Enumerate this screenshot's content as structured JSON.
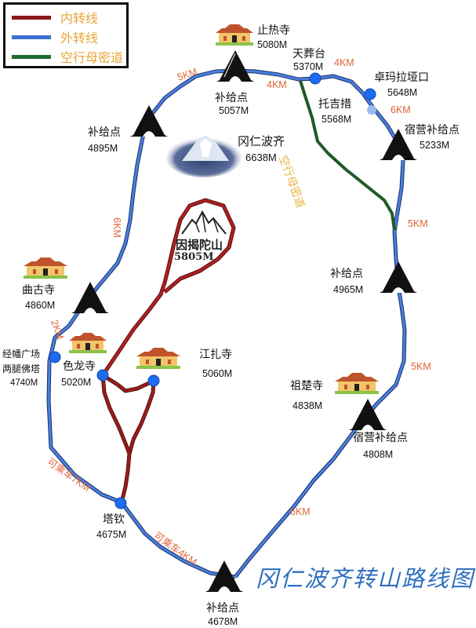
{
  "legend": {
    "items": [
      {
        "label": "内转线",
        "color": "#8b1a1a"
      },
      {
        "label": "外转线",
        "color": "#3b6fd0"
      },
      {
        "label": "空行母密道",
        "color": "#1f6a2e"
      }
    ]
  },
  "title": "冈仁波齐转山路线图",
  "peak": {
    "name": "冈仁波齐",
    "altitude": "6638M"
  },
  "inner_peak": {
    "name": "因揭陀山",
    "altitude": "5805M"
  },
  "points": {
    "zhirestemple": {
      "name": "止热寺",
      "altitude": "5080M"
    },
    "supply_5057": {
      "name": "补给点",
      "altitude": "5057M"
    },
    "tianzangtai": {
      "name": "天葬台",
      "altitude": "5370M"
    },
    "zhuomalaya": {
      "name": "卓玛拉垭口",
      "altitude": "5648M"
    },
    "tuojicuo": {
      "name": "托吉措",
      "altitude": "5568M"
    },
    "camp_5233": {
      "name": "宿营补给点",
      "altitude": "5233M"
    },
    "supply_4895": {
      "name": "补给点",
      "altitude": "4895M"
    },
    "supply_4965": {
      "name": "补给点",
      "altitude": "4965M"
    },
    "qugu": {
      "name": "曲古寺",
      "altitude": "4860M"
    },
    "jingfan": {
      "name1": "经幡广场",
      "name2": "两腿佛塔",
      "altitude": "4740M"
    },
    "selong": {
      "name": "色龙寺",
      "altitude": "5020M"
    },
    "jiangzha": {
      "name": "江扎寺",
      "altitude": "5060M"
    },
    "zuchu": {
      "name": "祖楚寺",
      "altitude": "4838M"
    },
    "camp_4808": {
      "name": "宿营补给点",
      "altitude": "4808M"
    },
    "taqin": {
      "name": "塔钦",
      "altitude": "4675M"
    },
    "supply_4678": {
      "name": "补给点",
      "altitude": "4678M"
    }
  },
  "distances": {
    "d1": "5KM",
    "d2": "4KM",
    "d3": "4KM",
    "d4": "6KM",
    "d5": "6KM",
    "d6": "2KM",
    "d7": "5KM",
    "d8": "5KM",
    "d9": "可乘车7KM",
    "d10": "可乘车4KM",
    "d11": "6KM"
  },
  "secret_path_label": "空行母密道"
}
